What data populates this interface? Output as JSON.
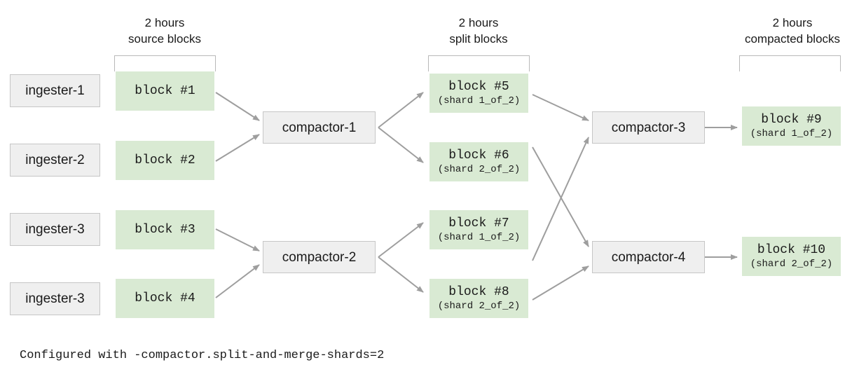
{
  "diagram": {
    "title": "Mimir compactor split-and-merge diagram",
    "caption": "Configured with -compactor.split-and-merge-shards=2",
    "colors": {
      "block_fill": "#d9ead3",
      "node_fill": "#efefef",
      "node_border": "#c6c6c6",
      "arrow": "#9e9e9e",
      "bracket": "#b9b9b9",
      "text": "#1a1a1a",
      "background": "#ffffff"
    },
    "column_headers": [
      {
        "id": "source",
        "line1": "2 hours",
        "line2": "source blocks"
      },
      {
        "id": "split",
        "line1": "2 hours",
        "line2": "split blocks"
      },
      {
        "id": "compacted",
        "line1": "2 hours",
        "line2": "compacted blocks"
      }
    ],
    "ingesters": [
      {
        "id": "ingester-1",
        "label": "ingester-1"
      },
      {
        "id": "ingester-2",
        "label": "ingester-2"
      },
      {
        "id": "ingester-3a",
        "label": "ingester-3"
      },
      {
        "id": "ingester-3b",
        "label": "ingester-3"
      }
    ],
    "source_blocks": [
      {
        "id": "block-1",
        "title": "block #1",
        "sub": ""
      },
      {
        "id": "block-2",
        "title": "block #2",
        "sub": ""
      },
      {
        "id": "block-3",
        "title": "block #3",
        "sub": ""
      },
      {
        "id": "block-4",
        "title": "block #4",
        "sub": ""
      }
    ],
    "split_compactors": [
      {
        "id": "compactor-1",
        "label": "compactor-1"
      },
      {
        "id": "compactor-2",
        "label": "compactor-2"
      }
    ],
    "split_blocks": [
      {
        "id": "block-5",
        "title": "block #5",
        "sub": "(shard 1_of_2)"
      },
      {
        "id": "block-6",
        "title": "block #6",
        "sub": "(shard 2_of_2)"
      },
      {
        "id": "block-7",
        "title": "block #7",
        "sub": "(shard 1_of_2)"
      },
      {
        "id": "block-8",
        "title": "block #8",
        "sub": "(shard 2_of_2)"
      }
    ],
    "merge_compactors": [
      {
        "id": "compactor-3",
        "label": "compactor-3"
      },
      {
        "id": "compactor-4",
        "label": "compactor-4"
      }
    ],
    "compacted_blocks": [
      {
        "id": "block-9",
        "title": "block #9",
        "sub": "(shard 1_of_2)"
      },
      {
        "id": "block-10",
        "title": "block #10",
        "sub": "(shard 2_of_2)"
      }
    ],
    "edges": [
      {
        "from": "block-1",
        "to": "compactor-1"
      },
      {
        "from": "block-2",
        "to": "compactor-1"
      },
      {
        "from": "block-3",
        "to": "compactor-2"
      },
      {
        "from": "block-4",
        "to": "compactor-2"
      },
      {
        "from": "compactor-1",
        "to": "block-5"
      },
      {
        "from": "compactor-1",
        "to": "block-6"
      },
      {
        "from": "compactor-2",
        "to": "block-7"
      },
      {
        "from": "compactor-2",
        "to": "block-8"
      },
      {
        "from": "block-5",
        "to": "compactor-3"
      },
      {
        "from": "block-7",
        "to": "compactor-3"
      },
      {
        "from": "block-6",
        "to": "compactor-4"
      },
      {
        "from": "block-8",
        "to": "compactor-4"
      },
      {
        "from": "compactor-3",
        "to": "block-9"
      },
      {
        "from": "compactor-4",
        "to": "block-10"
      }
    ]
  }
}
